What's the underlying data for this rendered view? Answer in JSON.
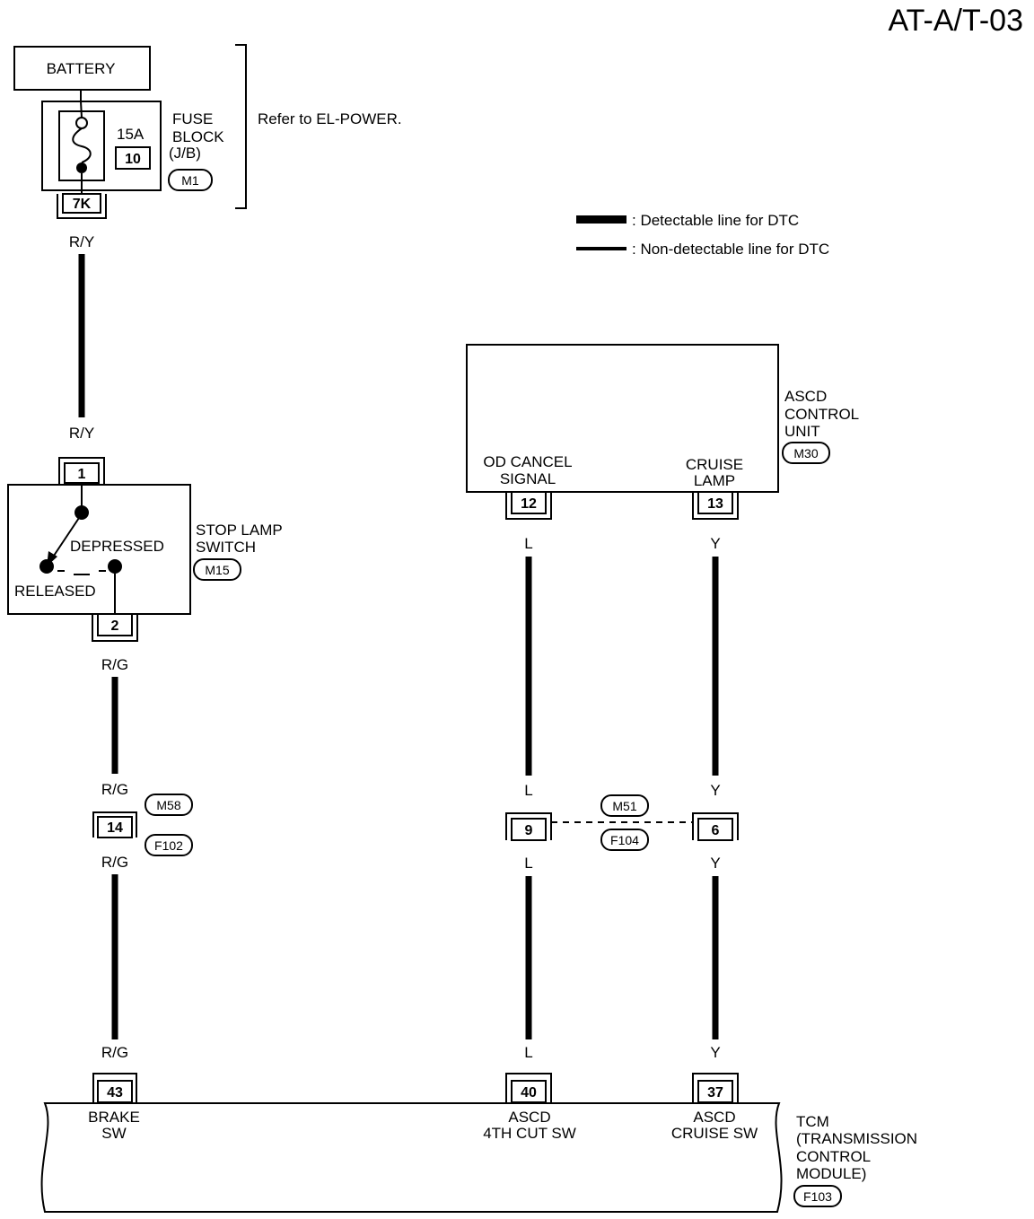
{
  "page_code": "AT-A/T-03",
  "legend": {
    "detectable": ": Detectable line for DTC",
    "non_detectable": ": Non-detectable line for DTC"
  },
  "battery": {
    "label": "BATTERY"
  },
  "fuse_block": {
    "label_line1": "FUSE",
    "label_line2": "BLOCK",
    "label_line3": "(J/B)",
    "connector": "M1",
    "amperage": "15A",
    "fuse_no": "10",
    "terminal": "7K",
    "reference": "Refer to EL-POWER."
  },
  "wires": {
    "ry": "R/Y",
    "rg": "R/G",
    "l": "L",
    "y": "Y"
  },
  "stop_lamp_switch": {
    "label_line1": "STOP LAMP",
    "label_line2": "SWITCH",
    "connector": "M15",
    "pin_in": "1",
    "pin_out": "2",
    "depressed": "DEPRESSED",
    "released": "RELEASED"
  },
  "junction_left": {
    "pin": "14",
    "conn_top": "M58",
    "conn_bottom": "F102"
  },
  "junction_mid": {
    "pin_left": "9",
    "pin_right": "6",
    "conn_top": "M51",
    "conn_bottom": "F104"
  },
  "ascd_control_unit": {
    "label_line1": "ASCD",
    "label_line2": "CONTROL",
    "label_line3": "UNIT",
    "connector": "M30",
    "od_cancel_line1": "OD CANCEL",
    "od_cancel_line2": "SIGNAL",
    "cruise_line1": "CRUISE",
    "cruise_line2": "LAMP",
    "pin_od": "12",
    "pin_cruise": "13"
  },
  "tcm": {
    "label_line1": "TCM",
    "label_line2": "(TRANSMISSION",
    "label_line3": "CONTROL",
    "label_line4": "MODULE)",
    "connector": "F103",
    "pin_brake": "43",
    "pin_4th": "40",
    "pin_cruise": "37",
    "brake_line1": "BRAKE",
    "brake_line2": "SW",
    "fourth_line1": "ASCD",
    "fourth_line2": "4TH CUT SW",
    "cruise_line1": "ASCD",
    "cruise_line2": "CRUISE SW"
  }
}
